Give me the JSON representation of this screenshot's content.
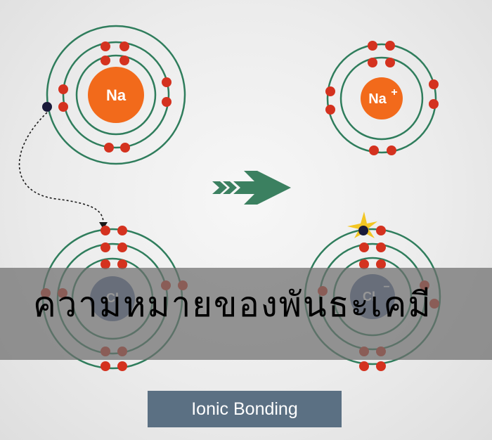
{
  "atoms": {
    "na_neutral": {
      "symbol": "Na"
    },
    "na_ion": {
      "symbol": "Na",
      "charge": "+"
    },
    "cl_neutral": {
      "symbol": "Cl"
    },
    "cl_ion": {
      "symbol": "Cl",
      "charge": "−"
    }
  },
  "banner": {
    "text": "ความหมายของพันธะเคมี"
  },
  "caption": {
    "text": "Ionic  Bonding"
  },
  "colors": {
    "orbit": "#2f7d5c",
    "electron": "#d4321f",
    "transferred_electron": "#1a1a3a",
    "na_nucleus": "#f26a1b",
    "cl_nucleus": "#5a6f9a",
    "arrow": "#3b8060",
    "spark": "#f3c623"
  }
}
